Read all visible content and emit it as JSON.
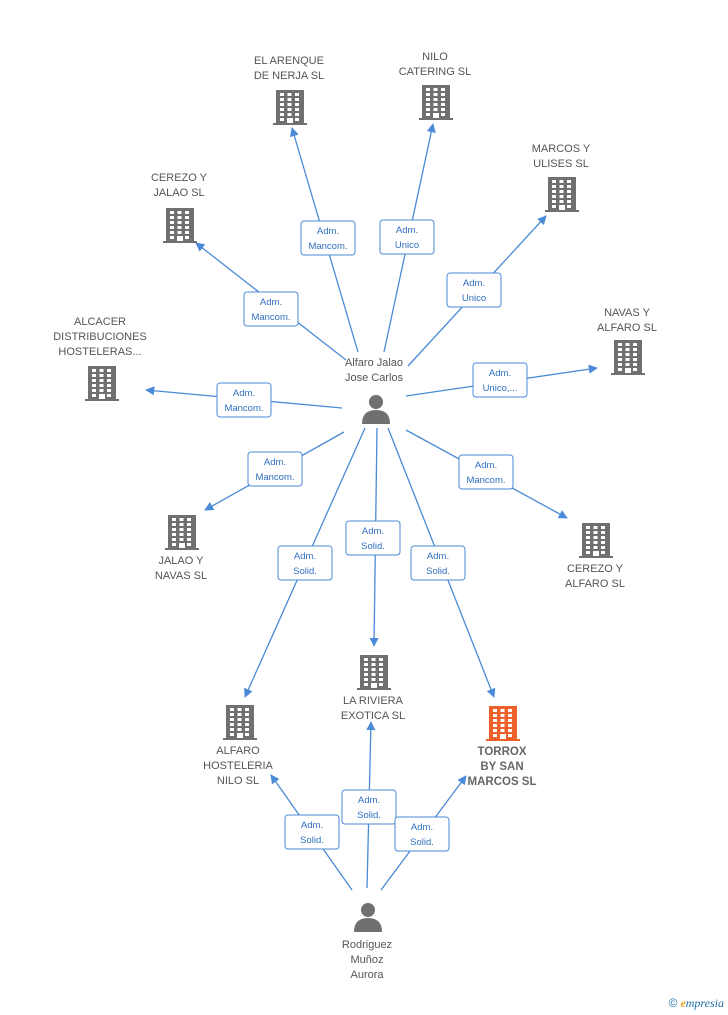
{
  "nodes": [
    {
      "id": "alfaro",
      "type": "person",
      "lines": [
        "Alfaro Jalao",
        "Jose Carlos"
      ]
    },
    {
      "id": "rodriguez",
      "type": "person",
      "lines": [
        "Rodriguez",
        "Muñoz",
        "Aurora"
      ]
    },
    {
      "id": "arenque",
      "type": "company",
      "lines": [
        "EL ARENQUE",
        "DE NERJA  SL"
      ]
    },
    {
      "id": "nilocat",
      "type": "company",
      "lines": [
        "NILO",
        "CATERING SL"
      ]
    },
    {
      "id": "marcos",
      "type": "company",
      "lines": [
        "MARCOS Y",
        "ULISES  SL"
      ]
    },
    {
      "id": "cerezojalao",
      "type": "company",
      "lines": [
        "CEREZO Y",
        "JALAO  SL"
      ]
    },
    {
      "id": "alcacer",
      "type": "company",
      "lines": [
        "ALCACER",
        "DISTRIBUCIONES",
        "HOSTELERAS..."
      ]
    },
    {
      "id": "navas",
      "type": "company",
      "lines": [
        "NAVAS Y",
        "ALFARO  SL"
      ]
    },
    {
      "id": "jalaonavas",
      "type": "company",
      "lines": [
        "JALAO Y",
        "NAVAS  SL"
      ]
    },
    {
      "id": "cerezoalfaro",
      "type": "company",
      "lines": [
        "CEREZO Y",
        "ALFARO SL"
      ]
    },
    {
      "id": "riviera",
      "type": "company",
      "lines": [
        "LA RIVIERA",
        "EXOTICA  SL"
      ]
    },
    {
      "id": "alfhost",
      "type": "company",
      "lines": [
        "ALFARO",
        "HOSTELERIA",
        "NILO  SL"
      ]
    },
    {
      "id": "torrox",
      "type": "company",
      "highlight": true,
      "lines": [
        "TORROX",
        "BY SAN",
        "MARCOS  SL"
      ]
    }
  ],
  "edges": [
    {
      "from": "alfaro",
      "to": "arenque",
      "label": [
        "Adm.",
        "Mancom."
      ]
    },
    {
      "from": "alfaro",
      "to": "nilocat",
      "label": [
        "Adm.",
        "Unico"
      ]
    },
    {
      "from": "alfaro",
      "to": "marcos",
      "label": [
        "Adm.",
        "Unico"
      ]
    },
    {
      "from": "alfaro",
      "to": "cerezojalao",
      "label": [
        "Adm.",
        "Mancom."
      ]
    },
    {
      "from": "alfaro",
      "to": "alcacer",
      "label": [
        "Adm.",
        "Mancom."
      ]
    },
    {
      "from": "alfaro",
      "to": "navas",
      "label": [
        "Adm.",
        "Unico,..."
      ]
    },
    {
      "from": "alfaro",
      "to": "jalaonavas",
      "label": [
        "Adm.",
        "Mancom."
      ]
    },
    {
      "from": "alfaro",
      "to": "cerezoalfaro",
      "label": [
        "Adm.",
        "Mancom."
      ]
    },
    {
      "from": "alfaro",
      "to": "alfhost",
      "label": [
        "Adm.",
        "Solid."
      ]
    },
    {
      "from": "alfaro",
      "to": "riviera",
      "label": [
        "Adm.",
        "Solid."
      ]
    },
    {
      "from": "alfaro",
      "to": "torrox",
      "label": [
        "Adm.",
        "Solid."
      ]
    },
    {
      "from": "rodriguez",
      "to": "alfhost",
      "label": [
        "Adm.",
        "Solid."
      ]
    },
    {
      "from": "rodriguez",
      "to": "riviera",
      "label": [
        "Adm.",
        "Solid."
      ]
    },
    {
      "from": "rodriguez",
      "to": "torrox",
      "label": [
        "Adm.",
        "Solid."
      ]
    }
  ],
  "colors": {
    "edge": "#4a8ad6",
    "node_icon": "#707070",
    "highlight": "#f0602a"
  },
  "footer": {
    "copyright": "©",
    "brand_first": "e",
    "brand_rest": "mpresia"
  }
}
